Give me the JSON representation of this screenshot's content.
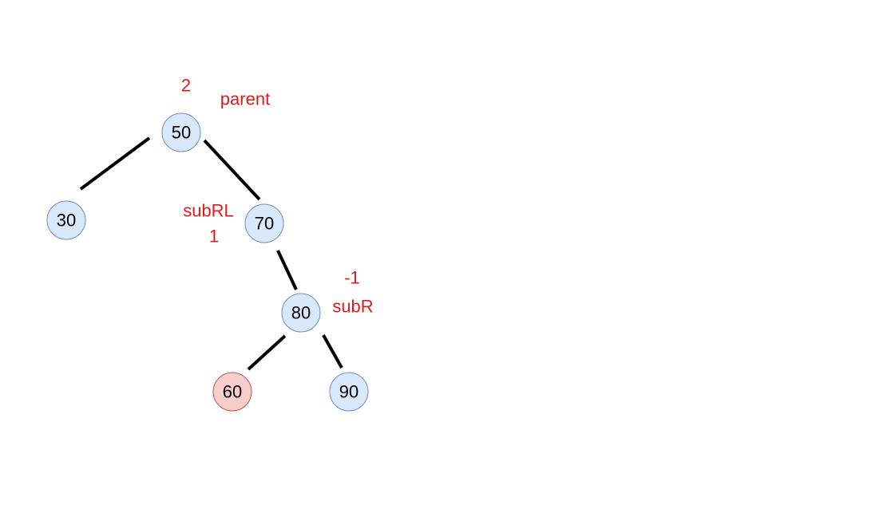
{
  "colors": {
    "node_fill": "#dae8fc",
    "node_stroke": "#6c8ebf",
    "highlight_fill": "#f8cecc",
    "highlight_stroke": "#b85450",
    "label": "#e01b1b",
    "edge": "#000000"
  },
  "nodes": {
    "n50": {
      "value": "50",
      "highlight": false
    },
    "n30": {
      "value": "30",
      "highlight": false
    },
    "n70": {
      "value": "70",
      "highlight": false
    },
    "n80": {
      "value": "80",
      "highlight": false
    },
    "n60": {
      "value": "60",
      "highlight": true
    },
    "n90": {
      "value": "90",
      "highlight": false
    }
  },
  "edges": [
    {
      "from": "50",
      "to": "30"
    },
    {
      "from": "50",
      "to": "70"
    },
    {
      "from": "70",
      "to": "80"
    },
    {
      "from": "80",
      "to": "60"
    },
    {
      "from": "80",
      "to": "90"
    }
  ],
  "annotations": {
    "parent_balance": "2",
    "parent_label": "parent",
    "subRL_label": "subRL",
    "subRL_balance": "1",
    "subR_balance": "-1",
    "subR_label": "subR"
  }
}
